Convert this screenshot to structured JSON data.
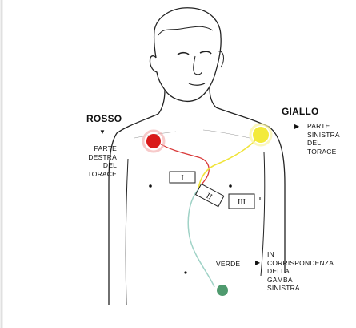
{
  "labels": {
    "red": {
      "title": "ROSSO",
      "lines": [
        "PARTE",
        "DESTRA",
        "DEL",
        "TORACE"
      ]
    },
    "yellow": {
      "title": "GIALLO",
      "lines": [
        "PARTE",
        "SINISTRA",
        "DEL",
        "TORACE"
      ]
    },
    "green": {
      "title": "VERDE",
      "lines": [
        "IN",
        "CORRISPONDENZA",
        "DELLA",
        "GAMBA",
        "SINISTRA"
      ]
    }
  },
  "markers": {
    "down_arrow": "▼",
    "right_arrow": "▶"
  },
  "electrodes": [
    {
      "name": "red-electrode",
      "color": "#d91a1a"
    },
    {
      "name": "yellow-electrode",
      "color": "#f3ea3a"
    },
    {
      "name": "green-electrode",
      "color": "#4f9a6e"
    }
  ],
  "device": {
    "label_1": "I",
    "label_2": "II",
    "label_3": "III"
  }
}
